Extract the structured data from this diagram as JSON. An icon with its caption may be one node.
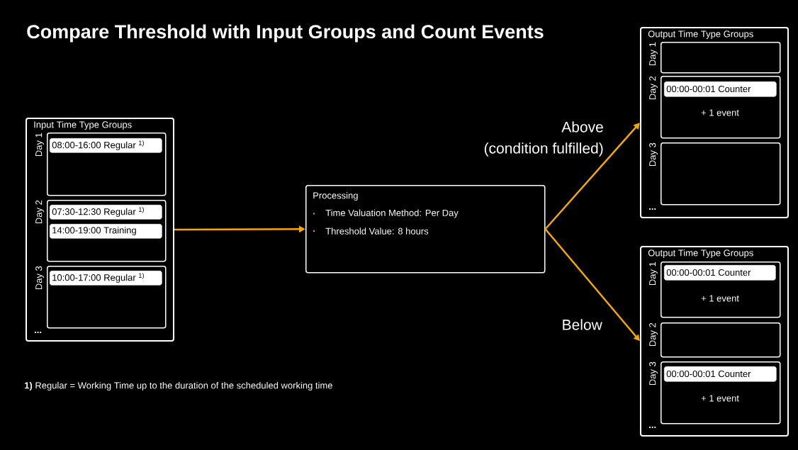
{
  "diagram": {
    "title": "Compare Threshold with Input Groups and Count Events",
    "nodes": [
      {
        "text": [
          "Input Time Type Groups",
          "..."
        ]
      },
      {
        "text": [
          "Day 1"
        ],
        "in": 0
      },
      {
        "text": [
          "08:00-16:00 Regular $^{1)}$"
        ],
        "in": 1
      },
      {
        "text": [
          "Day 2"
        ],
        "in": 0
      },
      {
        "text": [
          "07:30-12:30 Regular $^{1)}$"
        ],
        "in": 3
      },
      {
        "text": [
          "14:00-19:00 Training"
        ],
        "in": 3
      },
      {
        "text": [
          "Day 3"
        ],
        "in": 0
      },
      {
        "text": [
          "10:00-17:00 Regular $^{1)}$"
        ],
        "in": 6
      },
      {
        "text": [
          "Processing",
          "Time Valuation Method: Per Day",
          "Threshold Value: 8 hours"
        ]
      },
      {
        "text": [
          "Output Time Type Groups",
          "..."
        ]
      },
      {
        "text": [
          "Day 1"
        ],
        "in": 9
      },
      {
        "text": [
          "Day 2",
          "+ 1 event"
        ],
        "in": 9
      },
      {
        "text": [
          "00:00-00:01 Counter"
        ],
        "in": 11
      },
      {
        "text": [
          "Day 3"
        ],
        "in": 9
      },
      {
        "text": [
          "Output Time Type Groups",
          "..."
        ]
      },
      {
        "text": [
          "Day 1",
          "+ 1 event"
        ],
        "in": 14
      },
      {
        "text": [
          "00:00-00:01 Counter"
        ],
        "in": 15
      },
      {
        "text": [
          "Day 2"
        ],
        "in": 14
      },
      {
        "text": [
          "Day 3",
          "+ 1 event"
        ],
        "in": 14
      },
      {
        "text": [
          "00:00-00:01 Counter"
        ],
        "in": 18
      }
    ],
    "edges": [
      {
        "from": 0,
        "to": 8,
        "arrow": "to"
      },
      {
        "from": 8,
        "to": 9,
        "arrow": "to",
        "label": "Above (condition fulfilled)"
      },
      {
        "from": 8,
        "to": 14,
        "arrow": "to",
        "label": "Below"
      }
    ],
    "labels": [
      "**1)** Regular = Working Time up to the duration of the scheduled working time"
    ]
  }
}
